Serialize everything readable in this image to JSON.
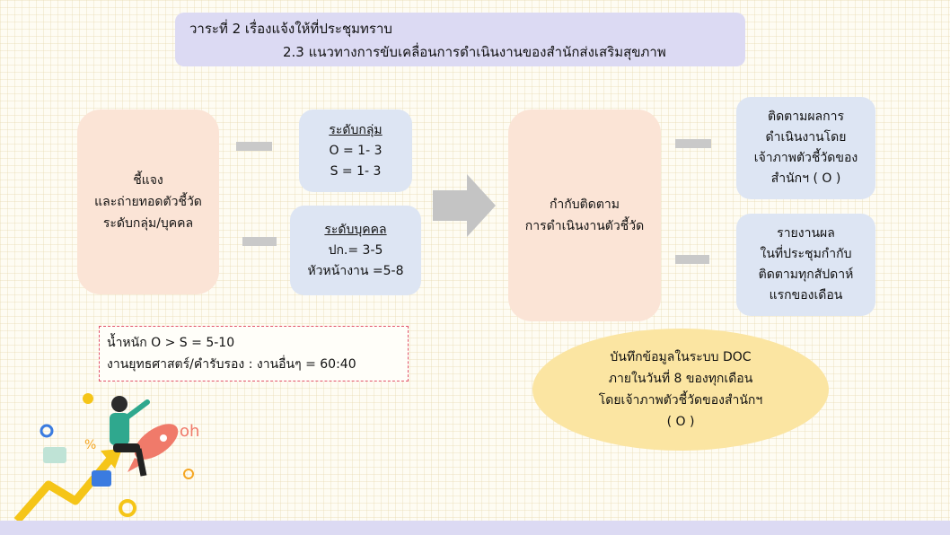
{
  "header": {
    "line1": "วาระที่ 2  เรื่องแจ้งให้ที่ประชุมทราบ",
    "line2": "2.3 แนวทางการขับเคลื่อนการดำเนินงานของสำนักส่งเสริมสุขภาพ"
  },
  "left_box": {
    "line1": "ชี้แจง",
    "line2": "และถ่ายทอดตัวชี้วัด",
    "line3": "ระดับกลุ่ม/บุคคล"
  },
  "group_level": {
    "title": "ระดับกลุ่ม",
    "line1": "O = 1- 3",
    "line2": "S = 1- 3"
  },
  "individual_level": {
    "title": "ระดับบุคคล",
    "line1": "ปก.= 3-5",
    "line2": "หัวหน้างาน =5-8"
  },
  "weight": {
    "line1": "น้ำหนัก O > S  = 5-10",
    "line2": "งานยุทธศาสตร์/คำรับรอง : งานอื่นๆ = 60:40"
  },
  "monitor_box": {
    "line1": "กำกับติดตาม",
    "line2": "การดำเนินงานตัวชี้วัด"
  },
  "follow_box": {
    "line1": "ติดตามผลการ",
    "line2": "ดำเนินงานโดย",
    "line3": "เจ้าภาพตัวชี้วัดของ",
    "line4": "สำนักฯ ( O )"
  },
  "report_box": {
    "line1": "รายงานผล",
    "line2": "ในที่ประชุมกำกับ",
    "line3": "ติดตามทุกสัปดาห์",
    "line4": "แรกของเดือน"
  },
  "doc_oval": {
    "line1": "บันทึกข้อมูลในระบบ DOC",
    "line2": "ภายในวันที่ 8 ของทุกเดือน",
    "line3": "โดยเจ้าภาพตัวชี้วัดของสำนักฯ",
    "line4": "( O )"
  },
  "colors": {
    "header_bg": "#dcdaf3",
    "peach": "#fbe4d6",
    "blue": "#dde5f3",
    "oval": "#fbe5a2",
    "arrow": "#c4c4c4",
    "dashed_border": "#e2536a"
  }
}
